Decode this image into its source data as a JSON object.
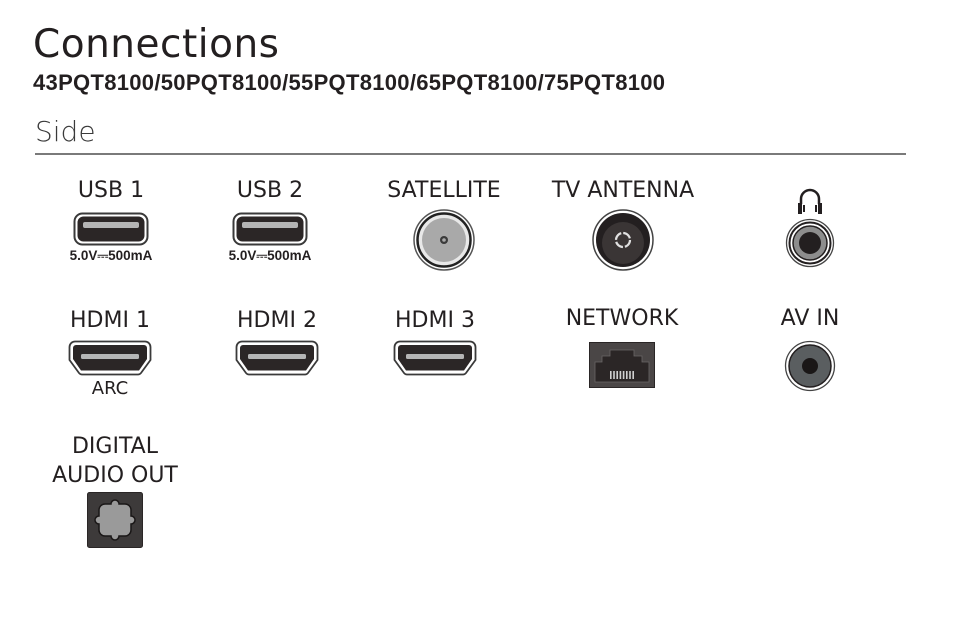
{
  "header": {
    "title": "Connections",
    "models": "43PQT8100/50PQT8100/55PQT8100/65PQT8100/75PQT8100"
  },
  "section": {
    "title": "Side"
  },
  "ports": {
    "usb1": {
      "label": "USB 1",
      "rating": "5.0V⎓500mA",
      "icon": "usb-a-port"
    },
    "usb2": {
      "label": "USB 2",
      "rating": "5.0V⎓500mA",
      "icon": "usb-a-port"
    },
    "satellite": {
      "label": "SATELLITE",
      "icon": "f-connector-port"
    },
    "tv_antenna": {
      "label": "TV ANTENNA",
      "icon": "iec-antenna-port"
    },
    "headphone": {
      "label": "",
      "icon": "headphone-jack"
    },
    "hdmi1": {
      "label": "HDMI 1",
      "sub": "ARC",
      "icon": "hdmi-port"
    },
    "hdmi2": {
      "label": "HDMI 2",
      "icon": "hdmi-port"
    },
    "hdmi3": {
      "label": "HDMI 3",
      "icon": "hdmi-port"
    },
    "network": {
      "label": "NETWORK",
      "icon": "rj45-ethernet-port"
    },
    "av_in": {
      "label": "AV IN",
      "icon": "av-jack"
    },
    "digital_audio_out": {
      "label_line1": "DIGITAL",
      "label_line2": "AUDIO OUT",
      "icon": "optical-toslink-port"
    }
  },
  "colors": {
    "text": "#231f20",
    "port_dark": "#2b2626",
    "port_gray": "#a9a9a9",
    "rule": "#7a7a7a"
  }
}
